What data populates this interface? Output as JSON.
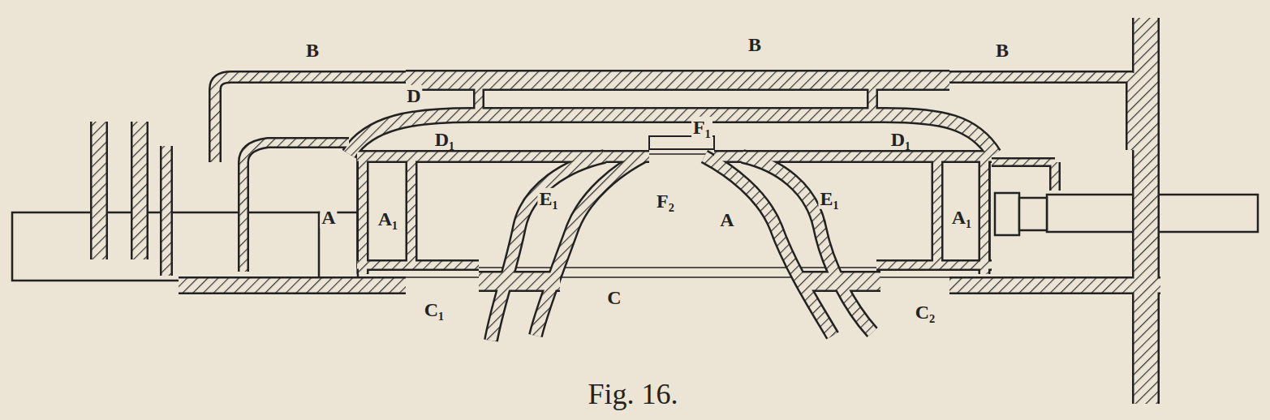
{
  "diagram": {
    "caption": "Fig. 16.",
    "labels": [
      "B",
      "B",
      "B",
      "D",
      "F₁",
      "D₁",
      "D₁",
      "A",
      "A₁",
      "E₁",
      "F₂",
      "A",
      "E₁",
      "A₁",
      "C₁",
      "C",
      "C₂"
    ]
  }
}
